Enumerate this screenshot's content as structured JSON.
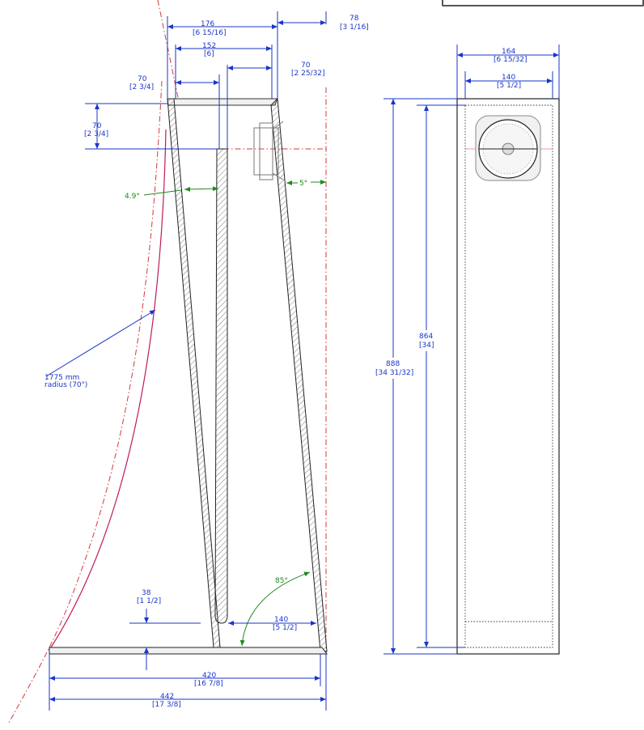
{
  "side_view": {
    "top_width": {
      "mm": "176",
      "inch": "[6 15/16]"
    },
    "inner_width": {
      "mm": "152",
      "inch": "[6]"
    },
    "front_offset": {
      "mm": "78",
      "inch": "[3 1/16]"
    },
    "driver_offset": {
      "mm": "70",
      "inch": "[2 25/32]"
    },
    "top_left_offset": {
      "mm": "70",
      "inch": "[2 3/4]"
    },
    "driver_height": {
      "mm": "70",
      "inch": "[2 3/4]"
    },
    "baffle_angle": "5°",
    "back_angle": "4.9°",
    "base_angle": "85°",
    "radius_label_1": "1775 mm",
    "radius_label_2": "radius (70\")",
    "divider_gap": {
      "mm": "38",
      "inch": "[1 1/2]"
    },
    "bottom_opening": {
      "mm": "140",
      "inch": "[5 1/2]"
    },
    "inner_base": {
      "mm": "420",
      "inch": "[16 7/8]"
    },
    "outer_base": {
      "mm": "442",
      "inch": "[17 3/8]"
    }
  },
  "front_view": {
    "outer_width": {
      "mm": "164",
      "inch": "[6 15/32]"
    },
    "inner_width": {
      "mm": "140",
      "inch": "[5 1/2]"
    },
    "outer_height": {
      "mm": "888",
      "inch": "[34 31/32]"
    },
    "inner_height": {
      "mm": "864",
      "inch": "[34]"
    }
  },
  "colors": {
    "dimension": "#1a35c9",
    "angle": "#1f8a1f",
    "centerline": "#d23a3a",
    "curve": "#c2185b"
  }
}
